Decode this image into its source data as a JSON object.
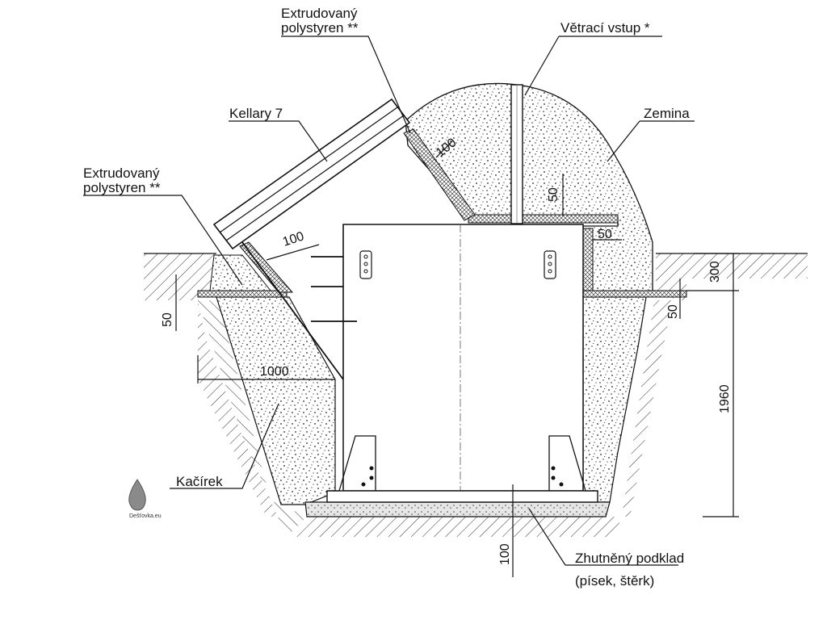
{
  "labels": {
    "xps_top_line1": "Extrudovaný",
    "xps_top_line2": "polystyren **",
    "vent": "Větrací vstup *",
    "kellary": "Kellary 7",
    "soil": "Zemina",
    "xps_left_line1": "Extrudovaný",
    "xps_left_line2": "polystyren **",
    "gravel": "Kačírek",
    "base_line1": "Zhutněný podklad",
    "base_line2": "(písek, štěrk)"
  },
  "dimensions": {
    "top_insulation": "100",
    "left_insulation": "100",
    "vent_offset": "50",
    "side_gap": "50",
    "cover_depth": "300",
    "right_layer": "50",
    "left_layer": "50",
    "width": "1000",
    "height": "1960",
    "base": "100"
  },
  "watermark": "Dešťovka.eu",
  "colors": {
    "line": "#111111",
    "concrete": "#cfcfcf",
    "background": "#ffffff"
  }
}
